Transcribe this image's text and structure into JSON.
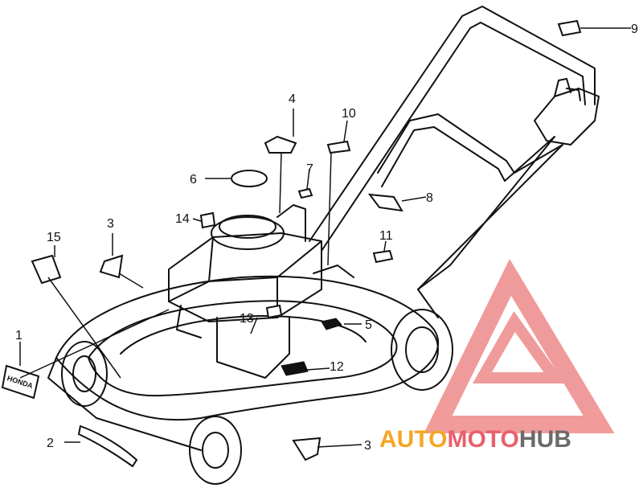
{
  "diagram": {
    "callouts": [
      {
        "id": "label-1",
        "text": "1"
      },
      {
        "id": "label-2",
        "text": "2"
      },
      {
        "id": "label-3a",
        "text": "3"
      },
      {
        "id": "label-3b",
        "text": "3"
      },
      {
        "id": "label-4",
        "text": "4"
      },
      {
        "id": "label-5",
        "text": "5"
      },
      {
        "id": "label-6",
        "text": "6"
      },
      {
        "id": "label-7",
        "text": "7"
      },
      {
        "id": "label-8",
        "text": "8"
      },
      {
        "id": "label-9",
        "text": "9"
      },
      {
        "id": "label-10",
        "text": "10"
      },
      {
        "id": "label-11",
        "text": "11"
      },
      {
        "id": "label-12",
        "text": "12"
      },
      {
        "id": "label-13",
        "text": "13"
      },
      {
        "id": "label-14",
        "text": "14"
      },
      {
        "id": "label-15",
        "text": "15"
      }
    ],
    "decal_text": "HONDA"
  },
  "watermark": {
    "part1": "AUTO",
    "part2": "MOTO",
    "part3": "HUB",
    "color_orange": "#f5a623",
    "color_red": "#e8606a",
    "color_gray": "#6b6b6b",
    "logo_color": "#ee8a8a"
  }
}
